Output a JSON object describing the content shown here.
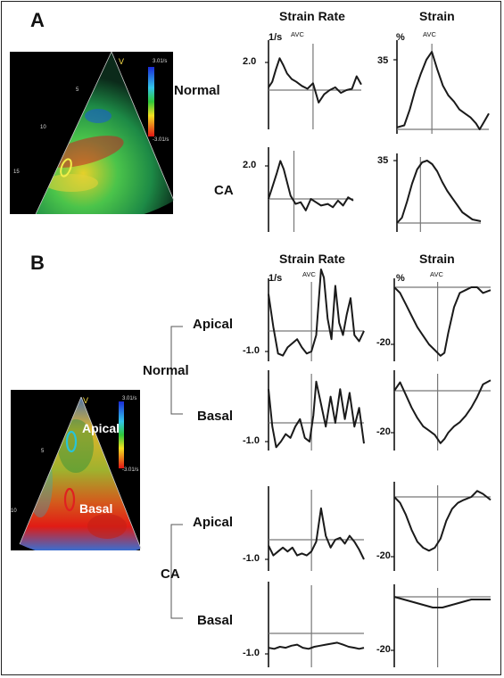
{
  "panel_a": {
    "letter": "A",
    "col_strain_rate": "Strain Rate",
    "col_strain": "Strain",
    "row_normal": "Normal",
    "row_ca": "CA",
    "sr_unit": "1/s",
    "strain_unit": "%",
    "avc": "AVC",
    "sr_tick": "2.0",
    "strain_tick": "35",
    "echo": {
      "scale_top": "3.01/s",
      "scale_bottom": "-3.01/s",
      "depth_5": "5",
      "depth_10": "10",
      "depth_15": "15",
      "marker_v": "V"
    }
  },
  "panel_b": {
    "letter": "B",
    "col_strain_rate": "Strain Rate",
    "col_strain": "Strain",
    "group_normal": "Normal",
    "group_ca": "CA",
    "row_apical": "Apical",
    "row_basal": "Basal",
    "sr_unit": "1/s",
    "strain_unit": "%",
    "avc": "AVC",
    "sr_tick": "-1.0",
    "strain_tick": "-20",
    "echo": {
      "scale_top": "3.01/s",
      "scale_bottom": "-3.01/s",
      "depth_5": "5",
      "depth_10": "10",
      "marker_v": "V",
      "label_apical": "Apical",
      "label_basal": "Basal"
    }
  },
  "colors": {
    "trace": "#1a1a1a",
    "baseline": "#777777",
    "apical_roi": "#27c4d8",
    "basal_roi": "#e02020",
    "a_roi": "#f2ef4a"
  },
  "chart_data": [
    {
      "type": "line",
      "panel": "A",
      "group": "Normal",
      "measure": "Strain Rate",
      "ytick": 2.0,
      "avc_x": 0.48,
      "x": [
        0,
        0.04,
        0.08,
        0.12,
        0.16,
        0.2,
        0.25,
        0.3,
        0.36,
        0.42,
        0.48,
        0.54,
        0.6,
        0.66,
        0.72,
        0.78,
        0.84,
        0.9,
        0.95,
        1.0
      ],
      "y": [
        0.2,
        0.6,
        1.5,
        2.3,
        1.8,
        1.2,
        0.8,
        0.6,
        0.3,
        0.1,
        0.5,
        -0.9,
        -0.3,
        0.0,
        0.2,
        -0.2,
        0.0,
        0.1,
        1.0,
        0.4
      ]
    },
    {
      "type": "line",
      "panel": "A",
      "group": "Normal",
      "measure": "Strain",
      "ytick": 35,
      "avc_x": 0.38,
      "x": [
        0,
        0.08,
        0.14,
        0.2,
        0.26,
        0.32,
        0.38,
        0.44,
        0.5,
        0.56,
        0.62,
        0.68,
        0.74,
        0.8,
        0.86,
        0.9,
        0.95,
        1.0
      ],
      "y": [
        1,
        2,
        10,
        20,
        28,
        35,
        39,
        30,
        22,
        17,
        14,
        10,
        8,
        6,
        3,
        0,
        4,
        8
      ]
    },
    {
      "type": "line",
      "panel": "A",
      "group": "CA",
      "measure": "Strain Rate",
      "ytick": 2.0,
      "avc_x": 0.3,
      "x": [
        0,
        0.05,
        0.1,
        0.14,
        0.18,
        0.22,
        0.26,
        0.32,
        0.38,
        0.44,
        0.5,
        0.56,
        0.62,
        0.7,
        0.76,
        0.82,
        0.88,
        0.94,
        1.0
      ],
      "y": [
        0.0,
        0.8,
        1.6,
        2.3,
        1.8,
        1.0,
        0.2,
        -0.3,
        -0.2,
        -0.7,
        0.0,
        -0.2,
        -0.4,
        -0.3,
        -0.5,
        -0.1,
        -0.4,
        0.1,
        -0.1
      ]
    },
    {
      "type": "line",
      "panel": "A",
      "group": "CA",
      "measure": "Strain",
      "ytick": 35,
      "avc_x": 0.28,
      "x": [
        0,
        0.06,
        0.12,
        0.18,
        0.24,
        0.3,
        0.36,
        0.42,
        0.48,
        0.54,
        0.6,
        0.66,
        0.72,
        0.78,
        0.84,
        0.9,
        1.0
      ],
      "y": [
        0,
        3,
        12,
        22,
        30,
        34,
        35,
        33,
        29,
        23,
        18,
        14,
        10,
        6,
        4,
        2,
        1
      ]
    },
    {
      "type": "line",
      "panel": "B",
      "group": "Normal",
      "region": "Apical",
      "measure": "Strain Rate",
      "ytick": -1.0,
      "avc_x": 0.45,
      "x": [
        0,
        0.05,
        0.1,
        0.15,
        0.2,
        0.25,
        0.3,
        0.35,
        0.4,
        0.45,
        0.5,
        0.55,
        0.58,
        0.62,
        0.66,
        0.7,
        0.74,
        0.78,
        0.82,
        0.86,
        0.9,
        0.95,
        1.0
      ],
      "y": [
        1.8,
        0.2,
        -1.1,
        -1.2,
        -0.8,
        -0.6,
        -0.4,
        -0.8,
        -1.1,
        -1.0,
        -0.2,
        3.0,
        2.6,
        0.6,
        -0.4,
        2.2,
        0.4,
        -0.2,
        0.8,
        1.6,
        -0.2,
        -0.5,
        0.0
      ]
    },
    {
      "type": "line",
      "panel": "B",
      "group": "Normal",
      "region": "Apical",
      "measure": "Strain",
      "ytick": -20,
      "avc_x": 0.45,
      "x": [
        0,
        0.06,
        0.12,
        0.18,
        0.24,
        0.3,
        0.36,
        0.42,
        0.48,
        0.52,
        0.56,
        0.62,
        0.68,
        0.74,
        0.8,
        0.86,
        0.92,
        1.0
      ],
      "y": [
        0,
        -2,
        -6,
        -10,
        -14,
        -17,
        -20,
        -22,
        -24,
        -23,
        -16,
        -7,
        -2,
        -1,
        0,
        0,
        -2,
        -1
      ]
    },
    {
      "type": "line",
      "panel": "B",
      "group": "Normal",
      "region": "Basal",
      "measure": "Strain Rate",
      "ytick": -1.0,
      "avc_x": 0.45,
      "x": [
        0,
        0.04,
        0.08,
        0.13,
        0.18,
        0.23,
        0.28,
        0.33,
        0.38,
        0.43,
        0.47,
        0.5,
        0.55,
        0.6,
        0.65,
        0.7,
        0.75,
        0.8,
        0.85,
        0.9,
        0.95,
        1.0
      ],
      "y": [
        1.8,
        -0.2,
        -1.3,
        -1.0,
        -0.6,
        -0.8,
        -0.2,
        0.2,
        -0.8,
        -1.0,
        0.4,
        2.2,
        1.0,
        -0.2,
        1.4,
        0.0,
        1.8,
        0.2,
        1.6,
        -0.2,
        0.8,
        -1.1
      ]
    },
    {
      "type": "line",
      "panel": "B",
      "group": "Normal",
      "region": "Basal",
      "measure": "Strain",
      "ytick": -20,
      "avc_x": 0.45,
      "x": [
        0,
        0.06,
        0.12,
        0.18,
        0.24,
        0.3,
        0.36,
        0.42,
        0.48,
        0.52,
        0.56,
        0.62,
        0.68,
        0.74,
        0.8,
        0.86,
        0.92,
        1.0
      ],
      "y": [
        0,
        4,
        -2,
        -8,
        -13,
        -17,
        -19,
        -21,
        -25,
        -23,
        -20,
        -17,
        -15,
        -12,
        -8,
        -3,
        3,
        5
      ]
    },
    {
      "type": "line",
      "panel": "B",
      "group": "CA",
      "region": "Apical",
      "measure": "Strain Rate",
      "ytick": -1.0,
      "avc_x": 0.45,
      "x": [
        0,
        0.05,
        0.1,
        0.15,
        0.2,
        0.25,
        0.3,
        0.35,
        0.4,
        0.45,
        0.5,
        0.55,
        0.6,
        0.65,
        0.7,
        0.75,
        0.8,
        0.85,
        0.9,
        0.95,
        1.0
      ],
      "y": [
        -0.3,
        -0.8,
        -0.6,
        -0.4,
        -0.6,
        -0.4,
        -0.8,
        -0.7,
        -0.8,
        -0.6,
        -0.1,
        1.6,
        0.2,
        -0.4,
        0.0,
        0.1,
        -0.2,
        0.2,
        -0.1,
        -0.5,
        -1.0
      ]
    },
    {
      "type": "line",
      "panel": "B",
      "group": "CA",
      "region": "Apical",
      "measure": "Strain",
      "ytick": -20,
      "avc_x": 0.45,
      "x": [
        0,
        0.06,
        0.12,
        0.18,
        0.24,
        0.3,
        0.36,
        0.42,
        0.48,
        0.54,
        0.6,
        0.66,
        0.72,
        0.8,
        0.86,
        0.92,
        1.0
      ],
      "y": [
        0,
        -2,
        -6,
        -11,
        -15,
        -17,
        -18,
        -17,
        -14,
        -8,
        -4,
        -2,
        -1,
        0,
        2,
        1,
        -1
      ]
    },
    {
      "type": "line",
      "panel": "B",
      "group": "CA",
      "region": "Basal",
      "measure": "Strain Rate",
      "ytick": -1.0,
      "avc_x": 0.45,
      "x": [
        0,
        0.06,
        0.12,
        0.18,
        0.24,
        0.3,
        0.36,
        0.42,
        0.48,
        0.54,
        0.6,
        0.66,
        0.72,
        0.78,
        0.84,
        0.9,
        0.95,
        1.0
      ],
      "y": [
        -0.7,
        -0.75,
        -0.65,
        -0.7,
        -0.6,
        -0.55,
        -0.7,
        -0.75,
        -0.65,
        -0.6,
        -0.55,
        -0.5,
        -0.45,
        -0.55,
        -0.65,
        -0.7,
        -0.75,
        -0.7
      ]
    },
    {
      "type": "line",
      "panel": "B",
      "group": "CA",
      "region": "Basal",
      "measure": "Strain",
      "ytick": -20,
      "avc_x": 0.45,
      "x": [
        0,
        0.1,
        0.2,
        0.3,
        0.4,
        0.45,
        0.5,
        0.6,
        0.7,
        0.8,
        0.9,
        1.0
      ],
      "y": [
        0,
        -1,
        -2,
        -3,
        -4,
        -4,
        -4,
        -3,
        -2,
        -1,
        -1,
        -1
      ]
    }
  ]
}
